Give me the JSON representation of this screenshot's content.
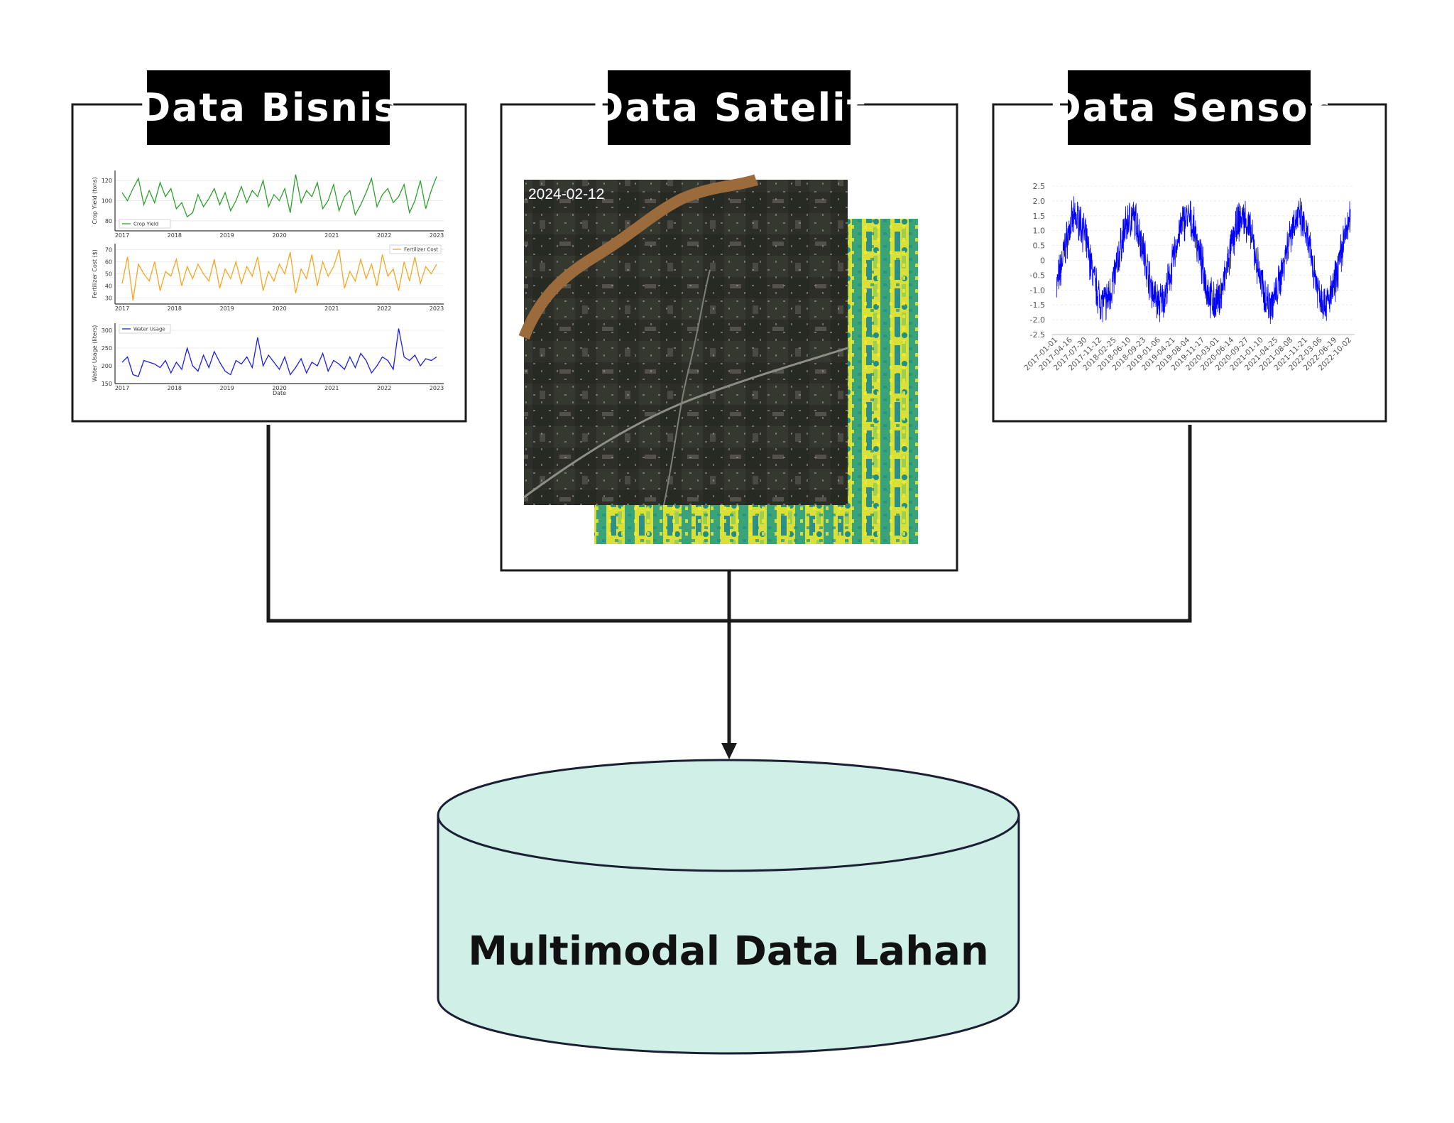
{
  "panels": {
    "bisnis": {
      "title": "Data Bisnis"
    },
    "satelit": {
      "title": "Data Satelit",
      "date_label": "2024-02-12"
    },
    "sensor": {
      "title": "Data Sensor"
    }
  },
  "database": {
    "label": "Multimodal Data Lahan"
  },
  "colors": {
    "crop_yield": "#2ca02c",
    "fertilizer_cost": "#f5a623",
    "water_usage": "#1f1fe0",
    "sensor_series": "#0000ff",
    "database_fill": "#cfefe7",
    "ndvi_low": "#1f8f86",
    "ndvi_high": "#e8e82a",
    "river": "#9c6b3c"
  },
  "chart_data": [
    {
      "type": "line",
      "x": [
        "2017",
        "2018",
        "2019",
        "2020",
        "2021",
        "2022",
        "2023"
      ],
      "xlabel": "Date",
      "series": [
        {
          "name": "Crop Yield",
          "ylabel": "Crop Yield (tons)",
          "yticks": [
            80,
            100,
            120
          ],
          "ylim": [
            70,
            130
          ],
          "values": [
            108,
            100,
            112,
            122,
            96,
            110,
            98,
            118,
            104,
            112,
            92,
            98,
            84,
            88,
            106,
            94,
            102,
            112,
            96,
            108,
            90,
            100,
            114,
            98,
            110,
            104,
            120,
            94,
            106,
            100,
            112,
            88,
            126,
            98,
            110,
            104,
            118,
            92,
            100,
            116,
            90,
            104,
            110,
            86,
            96,
            108,
            122,
            94,
            106,
            112,
            98,
            104,
            116,
            88,
            100,
            120,
            92,
            110,
            124
          ]
        },
        {
          "name": "Fertilizer Cost",
          "ylabel": "Fertilizer Cost ($)",
          "yticks": [
            30,
            40,
            50,
            60,
            70
          ],
          "ylim": [
            25,
            75
          ],
          "values": [
            42,
            64,
            28,
            58,
            50,
            44,
            60,
            36,
            52,
            48,
            62,
            40,
            56,
            46,
            58,
            50,
            44,
            62,
            38,
            54,
            46,
            60,
            42,
            56,
            48,
            64,
            36,
            52,
            44,
            58,
            50,
            68,
            34,
            54,
            46,
            66,
            40,
            60,
            48,
            56,
            70,
            38,
            52,
            44,
            62,
            46,
            58,
            40,
            66,
            48,
            54,
            36,
            60,
            44,
            64,
            42,
            56,
            50,
            58
          ]
        },
        {
          "name": "Water Usage",
          "ylabel": "Water Usage (liters)",
          "yticks": [
            150,
            200,
            250,
            300
          ],
          "ylim": [
            150,
            320
          ],
          "values": [
            210,
            225,
            175,
            170,
            215,
            210,
            205,
            195,
            215,
            180,
            210,
            190,
            250,
            200,
            185,
            230,
            195,
            240,
            210,
            185,
            175,
            215,
            205,
            225,
            195,
            280,
            200,
            230,
            210,
            190,
            225,
            175,
            195,
            220,
            180,
            210,
            200,
            235,
            185,
            215,
            205,
            190,
            225,
            195,
            235,
            215,
            180,
            200,
            225,
            215,
            190,
            305,
            225,
            215,
            230,
            200,
            220,
            215,
            225
          ]
        }
      ]
    },
    {
      "type": "line",
      "yticks": [
        -2.5,
        -2.0,
        -1.5,
        -1.0,
        -0.5,
        0,
        0.5,
        1.0,
        1.5,
        2.0,
        2.5
      ],
      "ylim": [
        -2.5,
        2.5
      ],
      "x_tick_labels": [
        "2017-01-01",
        "2017-04-16",
        "2017-07-30",
        "2017-11-12",
        "2018-02-25",
        "2018-06-10",
        "2018-09-23",
        "2019-01-06",
        "2019-04-21",
        "2019-08-04",
        "2019-11-17",
        "2020-03-01",
        "2020-06-14",
        "2020-09-27",
        "2021-01-10",
        "2021-04-25",
        "2021-08-08",
        "2021-11-21",
        "2022-03-06",
        "2022-06-19",
        "2022-10-02"
      ],
      "series": [
        {
          "pattern": "noisy sinusoid, period ~1 year, amplitude ~1.5, noise ~0.4",
          "cycles": 5.3,
          "amplitude": 1.5
        }
      ]
    }
  ]
}
